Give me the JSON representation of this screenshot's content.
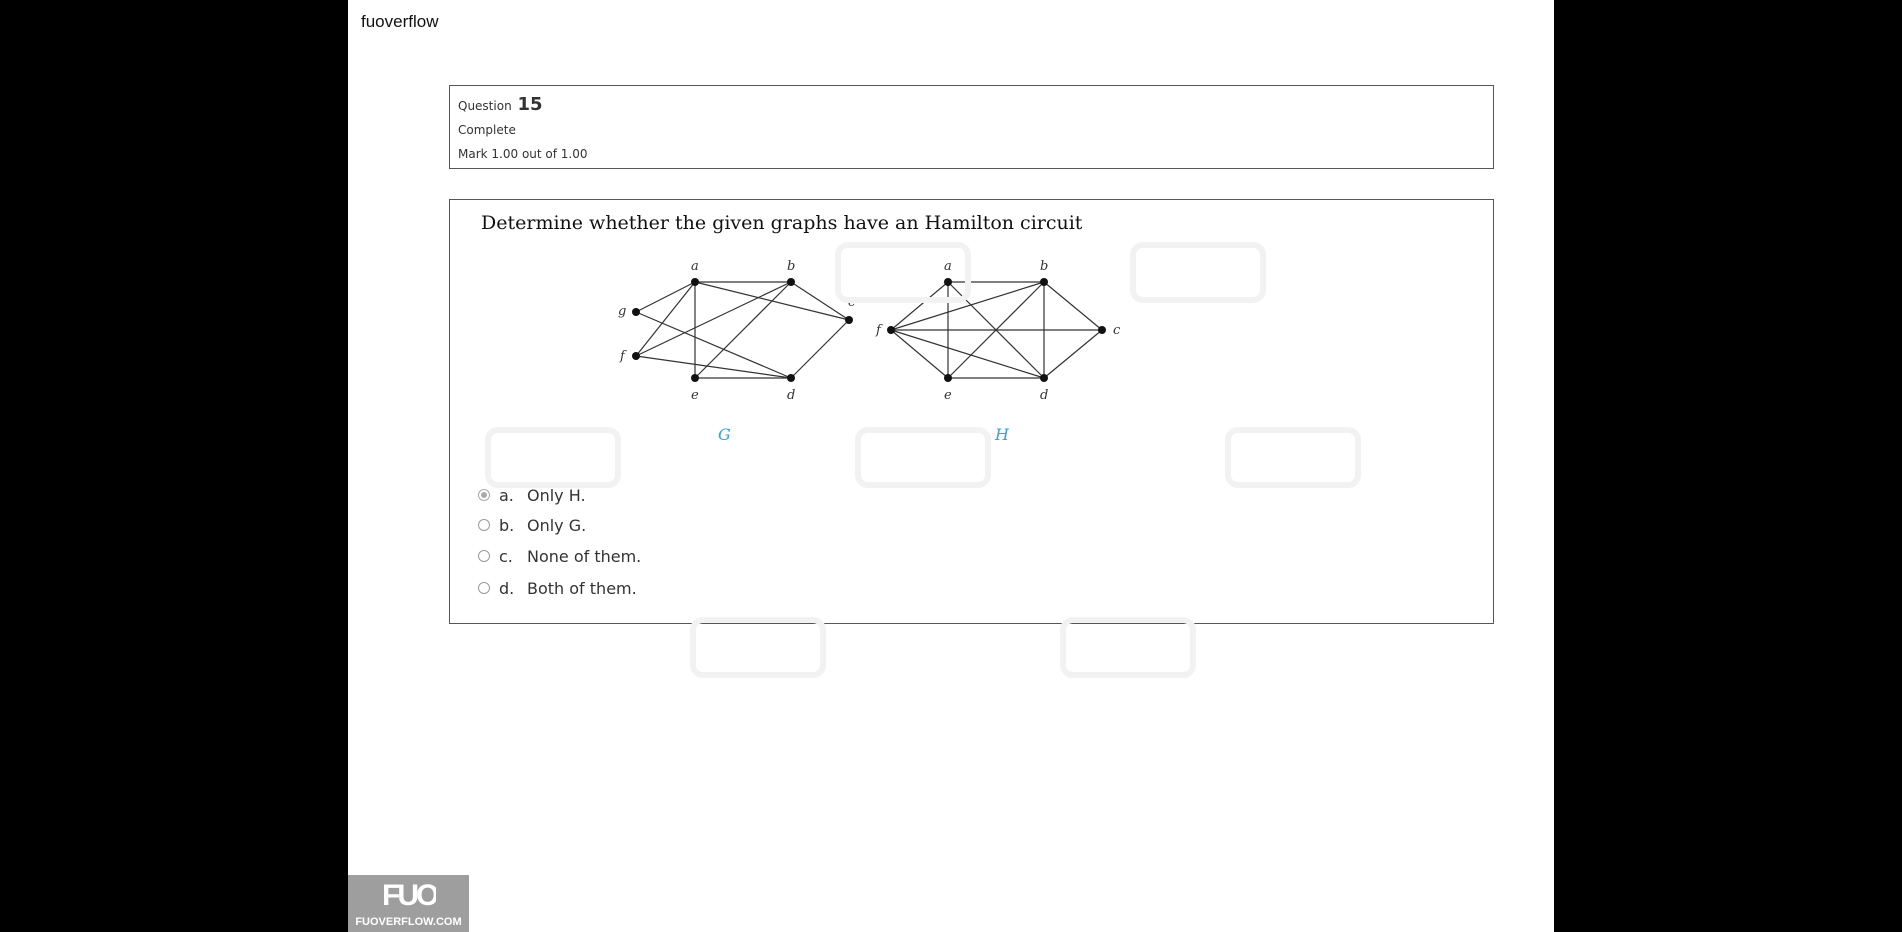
{
  "site": {
    "title": "fuoverflow"
  },
  "question": {
    "label": "Question",
    "number": "15",
    "state": "Complete",
    "grade": "Mark 1.00 out of 1.00",
    "text": "Determine whether the given graphs have an Hamilton circuit"
  },
  "graph_G": {
    "name": "G",
    "vertices": [
      "a",
      "b",
      "c",
      "d",
      "e",
      "f",
      "g"
    ],
    "edges": [
      [
        "g",
        "a"
      ],
      [
        "a",
        "b"
      ],
      [
        "a",
        "e"
      ],
      [
        "a",
        "c"
      ],
      [
        "a",
        "f"
      ],
      [
        "b",
        "c"
      ],
      [
        "b",
        "f"
      ],
      [
        "b",
        "e"
      ],
      [
        "c",
        "d"
      ],
      [
        "d",
        "e"
      ],
      [
        "d",
        "g"
      ],
      [
        "d",
        "f"
      ]
    ]
  },
  "graph_H": {
    "name": "H",
    "vertices": [
      "a",
      "b",
      "c",
      "d",
      "e",
      "f"
    ],
    "edges": [
      [
        "a",
        "b"
      ],
      [
        "a",
        "f"
      ],
      [
        "a",
        "e"
      ],
      [
        "a",
        "d"
      ],
      [
        "b",
        "f"
      ],
      [
        "b",
        "c"
      ],
      [
        "b",
        "d"
      ],
      [
        "b",
        "e"
      ],
      [
        "c",
        "d"
      ],
      [
        "c",
        "f"
      ],
      [
        "d",
        "e"
      ],
      [
        "e",
        "f"
      ],
      [
        "f",
        "d"
      ]
    ]
  },
  "answers": [
    {
      "letter": "a.",
      "text": "Only H.",
      "checked": true
    },
    {
      "letter": "b.",
      "text": "Only G.",
      "checked": false
    },
    {
      "letter": "c.",
      "text": "None of them.",
      "checked": false
    },
    {
      "letter": "d.",
      "text": "Both of them.",
      "checked": false
    }
  ],
  "logo": {
    "mark": "FUO",
    "url": "FUOVERFLOW.COM"
  }
}
